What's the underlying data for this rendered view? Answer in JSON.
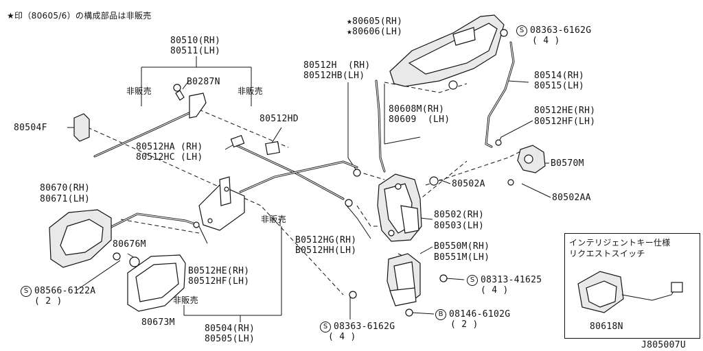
{
  "note": "★印（80605/6）の構成部品は非販売",
  "diagram_id": "J805007U",
  "labels": {
    "star_80605": "★80605(RH)",
    "star_80606": "★80606(LH)",
    "s08363_top": "08363-6162G",
    "s08363_top_qty": "( 4 )",
    "p80510": "80510(RH)",
    "p80511": "80511(LH)",
    "p80512h": "80512H  (RH)",
    "p80512hb": "80512HB(LH)",
    "p80514": "80514(RH)",
    "p80515": "80515(LH)",
    "b0287n": "B0287N",
    "hihanbai_1": "非販売",
    "hihanbai_2": "非販売",
    "hihanbai_3": "非販売",
    "hihanbai_4": "非販売",
    "p80504f": "80504F",
    "p80512hd": "80512HD",
    "p80608m": "80608M(RH)",
    "p80609": "80609  (LH)",
    "p80512he_r": "80512HE(RH)",
    "p80512hf_r": "80512HF(LH)",
    "p80512ha": "80512HA (RH)",
    "p80512hc": "80512HC (LH)",
    "p80570m": "B0570M",
    "p80670": "80670(RH)",
    "p80671": "80671(LH)",
    "p80502a": "80502A",
    "p80502aa": "80502AA",
    "p80502": "80502(RH)",
    "p80503": "80503(LH)",
    "p80512hg": "B0512HG(RH)",
    "p80512hh": "B0512HH(LH)",
    "p80676m": "80676M",
    "s08566": "08566-6122A",
    "s08566_qty": "( 2 )",
    "p80512he_l": "B0512HE(RH)",
    "p80512hf_l": "80512HF(LH)",
    "p80550m": "B0550M(RH)",
    "p80551m": "B0551M(LH)",
    "s08313": "08313-41625",
    "s08313_qty": "( 4 )",
    "p80673m": "80673M",
    "p80504": "80504(RH)",
    "p80505": "80505(LH)",
    "b08146": "08146-6102G",
    "b08146_qty": "( 2 )",
    "s08363_bot": "08363-6162G",
    "s08363_bot_qty": "( 4 )",
    "inset_title_1": "インテリジェントキー仕様",
    "inset_title_2": "リクエストスイッチ",
    "p80618n": "80618N",
    "sym_s": "S",
    "sym_b": "B"
  }
}
